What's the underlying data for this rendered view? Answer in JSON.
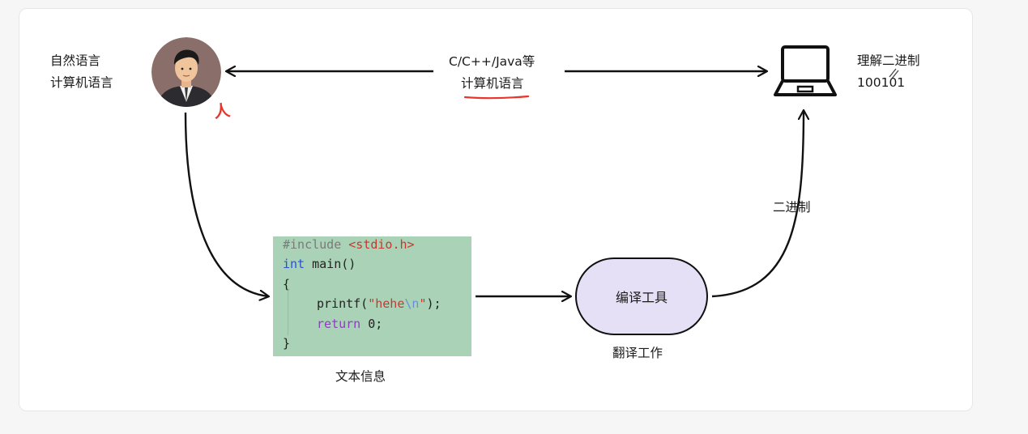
{
  "left_labels": {
    "line1": "自然语言",
    "line2": "计算机语言"
  },
  "handwritten_note": "人",
  "top_arrow_label": {
    "line1": "C/C++/Java等",
    "line2": "计算机语言"
  },
  "computer_labels": {
    "line1": "理解二进制",
    "line2": "100101"
  },
  "code": {
    "line1_directive": "#include",
    "line1_header": "<stdio.h>",
    "line2_type": "int",
    "line2_rest": " main()",
    "line3": "{",
    "line4_fn": "printf(",
    "line4_str": "\"hehe",
    "line4_esc": "\\n",
    "line4_strend": "\"",
    "line4_end": ");",
    "line5_kw": "return",
    "line5_val": "0",
    "line5_end": ";",
    "line6": "}"
  },
  "code_caption": "文本信息",
  "tool_node_label": "编译工具",
  "tool_caption": "翻译工作",
  "binary_label": "二进制",
  "colors": {
    "code_bg": "#a9d2b6",
    "tool_bg": "#e6e0f6",
    "red_annotation": "#e8362c",
    "stroke": "#111111"
  },
  "icons": [
    "person-avatar-icon",
    "laptop-icon"
  ]
}
